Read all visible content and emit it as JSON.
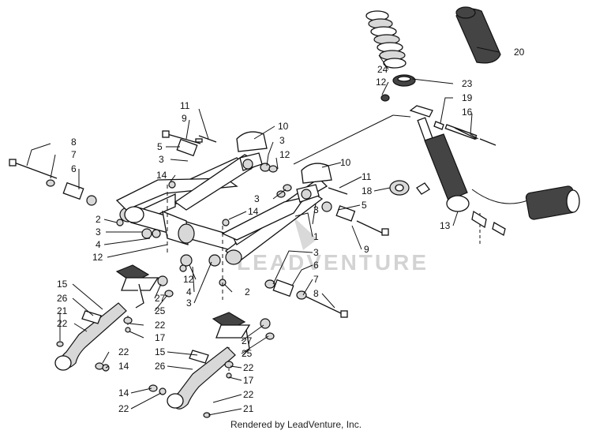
{
  "watermark": "LEADVENTURE",
  "footer": "Rendered by LeadVenture, Inc.",
  "callouts": [
    {
      "id": "c20",
      "text": "20"
    },
    {
      "id": "c24",
      "text": "24"
    },
    {
      "id": "c12a",
      "text": "12"
    },
    {
      "id": "c23",
      "text": "23"
    },
    {
      "id": "c19",
      "text": "19"
    },
    {
      "id": "c16",
      "text": "16"
    },
    {
      "id": "c11a",
      "text": "11"
    },
    {
      "id": "c9a",
      "text": "9"
    },
    {
      "id": "c10a",
      "text": "10"
    },
    {
      "id": "c5a",
      "text": "5"
    },
    {
      "id": "c3a",
      "text": "3"
    },
    {
      "id": "c3b",
      "text": "3"
    },
    {
      "id": "c12b",
      "text": "12"
    },
    {
      "id": "c8a",
      "text": "8"
    },
    {
      "id": "c7a",
      "text": "7"
    },
    {
      "id": "c6a",
      "text": "6"
    },
    {
      "id": "c14a",
      "text": "14"
    },
    {
      "id": "c10b",
      "text": "10"
    },
    {
      "id": "c11b",
      "text": "11"
    },
    {
      "id": "c18",
      "text": "18"
    },
    {
      "id": "c3c",
      "text": "3"
    },
    {
      "id": "c14b",
      "text": "14"
    },
    {
      "id": "c5b",
      "text": "5"
    },
    {
      "id": "c3d",
      "text": "3"
    },
    {
      "id": "c2a",
      "text": "2"
    },
    {
      "id": "c3e",
      "text": "3"
    },
    {
      "id": "c4a",
      "text": "4"
    },
    {
      "id": "c12c",
      "text": "12"
    },
    {
      "id": "c13",
      "text": "13"
    },
    {
      "id": "c1",
      "text": "1"
    },
    {
      "id": "c9b",
      "text": "9"
    },
    {
      "id": "c3f",
      "text": "3"
    },
    {
      "id": "c12d",
      "text": "12"
    },
    {
      "id": "c6b",
      "text": "6"
    },
    {
      "id": "c4b",
      "text": "4"
    },
    {
      "id": "c7b",
      "text": "7"
    },
    {
      "id": "c3g",
      "text": "3"
    },
    {
      "id": "c2b",
      "text": "2"
    },
    {
      "id": "c8b",
      "text": "8"
    },
    {
      "id": "c15a",
      "text": "15"
    },
    {
      "id": "c26a",
      "text": "26"
    },
    {
      "id": "c21a",
      "text": "21"
    },
    {
      "id": "c22a",
      "text": "22"
    },
    {
      "id": "c27a",
      "text": "27"
    },
    {
      "id": "c25a",
      "text": "25"
    },
    {
      "id": "c22b",
      "text": "22"
    },
    {
      "id": "c17a",
      "text": "17"
    },
    {
      "id": "c22c",
      "text": "22"
    },
    {
      "id": "c14c",
      "text": "14"
    },
    {
      "id": "c27b",
      "text": "27"
    },
    {
      "id": "c25b",
      "text": "25"
    },
    {
      "id": "c15b",
      "text": "15"
    },
    {
      "id": "c26b",
      "text": "26"
    },
    {
      "id": "c22d",
      "text": "22"
    },
    {
      "id": "c17b",
      "text": "17"
    },
    {
      "id": "c14d",
      "text": "14"
    },
    {
      "id": "c22e",
      "text": "22"
    },
    {
      "id": "c22f",
      "text": "22"
    },
    {
      "id": "c21b",
      "text": "21"
    }
  ]
}
